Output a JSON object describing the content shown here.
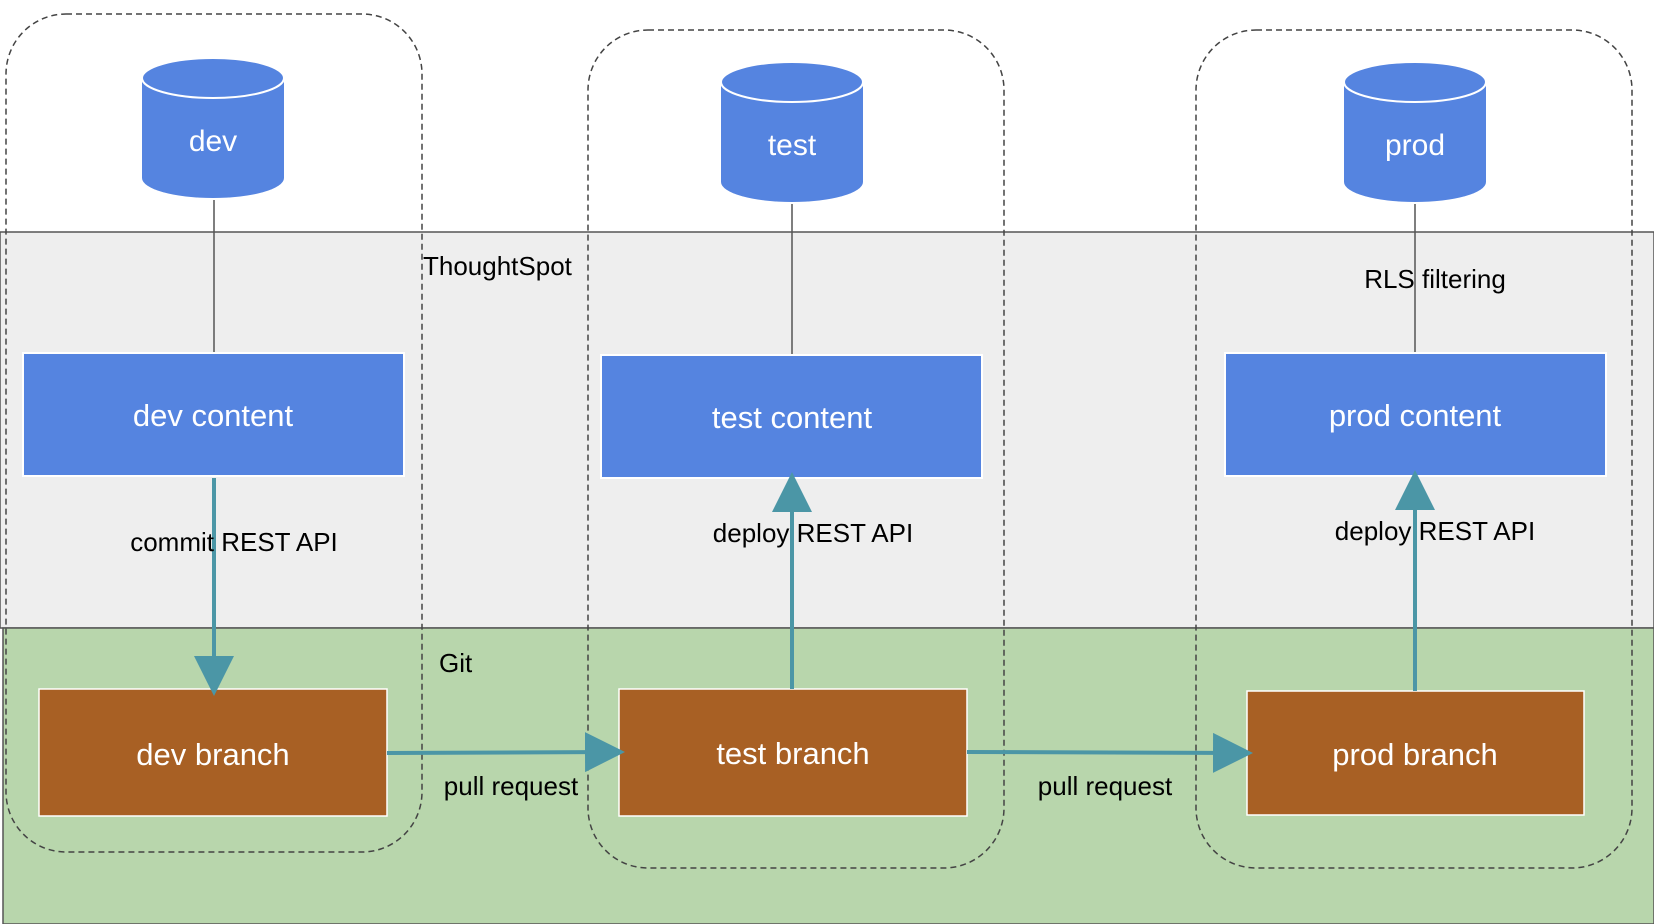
{
  "layers": {
    "thoughtspot": "ThoughtSpot",
    "git": "Git"
  },
  "environments": [
    {
      "id": "dev",
      "database": "dev",
      "content": "dev content",
      "branch": "dev branch",
      "edge_label": "commit REST API"
    },
    {
      "id": "test",
      "database": "test",
      "content": "test content",
      "branch": "test branch",
      "edge_label": "deploy REST API"
    },
    {
      "id": "prod",
      "database": "prod",
      "content": "prod content",
      "branch": "prod branch",
      "edge_label": "deploy REST API",
      "db_link_label": "RLS filtering"
    }
  ],
  "pull_requests": [
    "pull request",
    "pull request"
  ],
  "colors": {
    "thoughtspot_band": "#eeeeee",
    "git_band": "#b8d6ac",
    "database": "#5584e0",
    "content": "#5584e0",
    "branch": "#a86024",
    "arrow": "#4b96a6",
    "db_link": "#555555",
    "dashed_border": "#444444",
    "white_text": "#ffffff",
    "dark_text": "#000000"
  }
}
